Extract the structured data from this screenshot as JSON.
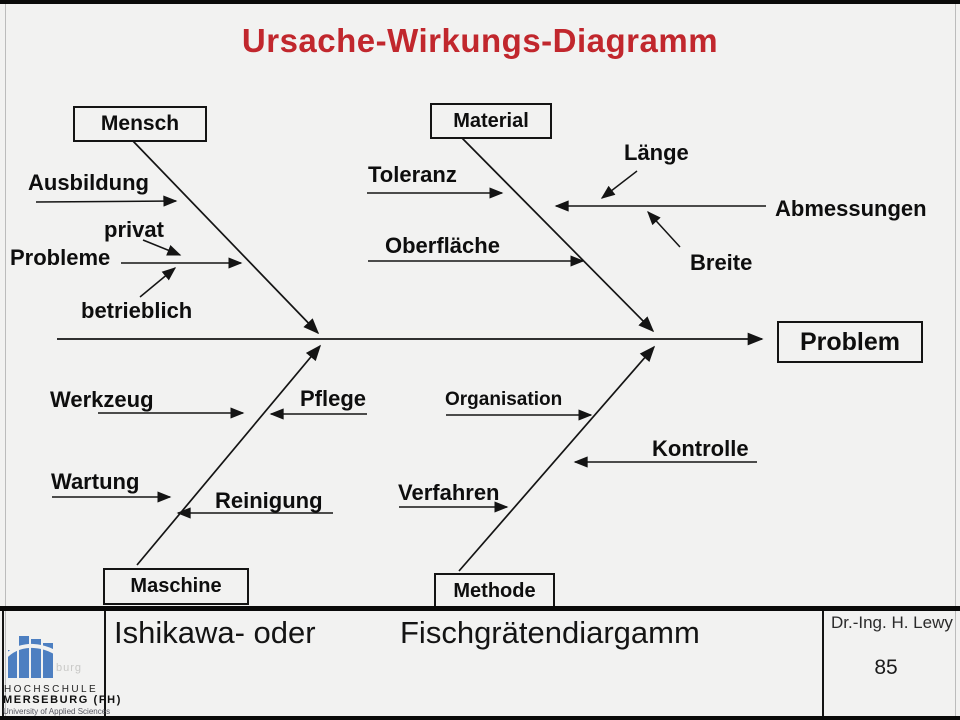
{
  "title": {
    "text": "Ursache-Wirkungs-Diagramm"
  },
  "diagram": {
    "type": "fishbone",
    "effect_label": "Problem",
    "branches": [
      {
        "category": "Mensch",
        "position": "top-left",
        "causes": [
          "Ausbildung",
          "Probleme",
          "privat",
          "betrieblich"
        ]
      },
      {
        "category": "Material",
        "position": "top-right",
        "causes": [
          "Toleranz",
          "Oberfläche",
          "Abmessungen",
          "Länge",
          "Breite"
        ]
      },
      {
        "category": "Maschine",
        "position": "bottom-left",
        "causes": [
          "Werkzeug",
          "Pflege",
          "Wartung",
          "Reinigung"
        ]
      },
      {
        "category": "Methode",
        "position": "bottom-right",
        "causes": [
          "Organisation",
          "Kontrolle",
          "Verfahren"
        ]
      }
    ]
  },
  "footer": {
    "subtitle_left": "Ishikawa- oder",
    "subtitle_right": "Fischgrätendiargamm",
    "author": "Dr.-Ing. H. Lewy",
    "page_number": "85",
    "logo": {
      "line1": "HOCHSCHULE",
      "line2": "MERSEBURG (FH)",
      "line3": "University of Applied Sciences",
      "watermark": "burg"
    }
  },
  "colors": {
    "title": "#c1272d",
    "ink": "#141414",
    "background": "#f2f2f1",
    "logo_blue": "#4d7fc1"
  }
}
